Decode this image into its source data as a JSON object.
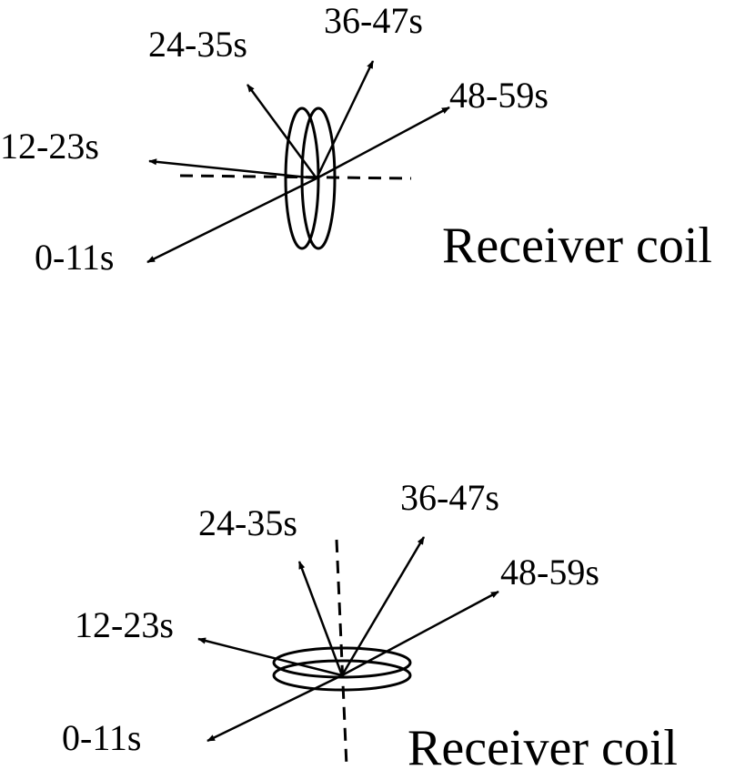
{
  "panels": [
    {
      "id": "top",
      "coil_label": "Receiver coil",
      "arrows": [
        {
          "label": "0-11s"
        },
        {
          "label": "12-23s"
        },
        {
          "label": "24-35s"
        },
        {
          "label": "36-47s"
        },
        {
          "label": "48-59s"
        }
      ]
    },
    {
      "id": "bottom",
      "coil_label": "Receiver coil",
      "arrows": [
        {
          "label": "0-11s"
        },
        {
          "label": "12-23s"
        },
        {
          "label": "24-35s"
        },
        {
          "label": "36-47s"
        },
        {
          "label": "48-59s"
        }
      ]
    }
  ]
}
